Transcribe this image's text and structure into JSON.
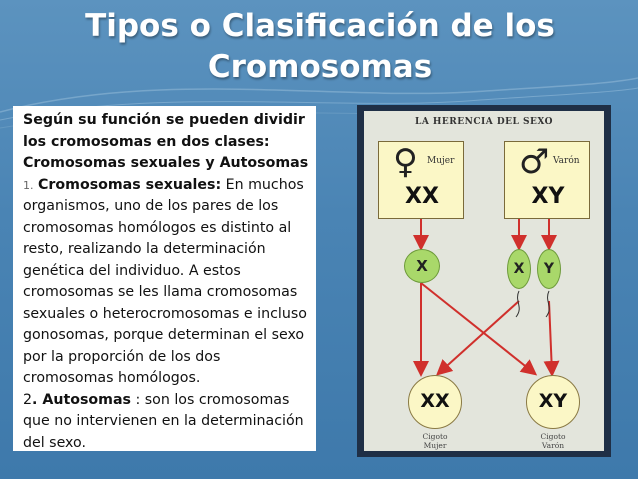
{
  "slide": {
    "title": "Tipos o Clasificación de los Cromosomas",
    "colors": {
      "background": "#4a84b4",
      "text_box": "#ffffff",
      "title": "#ffffff"
    }
  },
  "text": {
    "intro": "Según su función se pueden dividir los cromosomas en dos clases:",
    "classes": "Cromosomas sexuales y Autosomas",
    "item1_number": "1.",
    "item1_term": "Cromosomas sexuales:",
    "item1_body": " En muchos organismos, uno de los pares de los cromosomas homólogos es distinto al resto, realizando la determinación genética del individuo. A estos cromosomas se les llama cromosomas sexuales o heterocromosomas e incluso gonosomas, porque determinan el sexo por la proporción de los dos cromosomas homólogos.",
    "item2_number": "2",
    "item2_term": ". Autosomas",
    "item2_body": " : son los cromosomas que no intervienen en la determinación del sexo."
  },
  "diagram": {
    "title": "LA HERENCIA DEL SEXO",
    "female": {
      "symbol": "♀",
      "label": "Mujer",
      "chromosomes": "XX"
    },
    "male": {
      "symbol": "♂",
      "label": "Varón",
      "chromosomes": "XY"
    },
    "gametes": [
      "X",
      "X",
      "Y"
    ],
    "zygotes": [
      {
        "chromosomes": "XX",
        "label_1": "Cigoto",
        "label_2": "Mujer"
      },
      {
        "chromosomes": "XY",
        "label_1": "Cigoto",
        "label_2": "Varón"
      }
    ],
    "arrow_color": "#d0302c",
    "gamete_color": "#a9d86a"
  }
}
